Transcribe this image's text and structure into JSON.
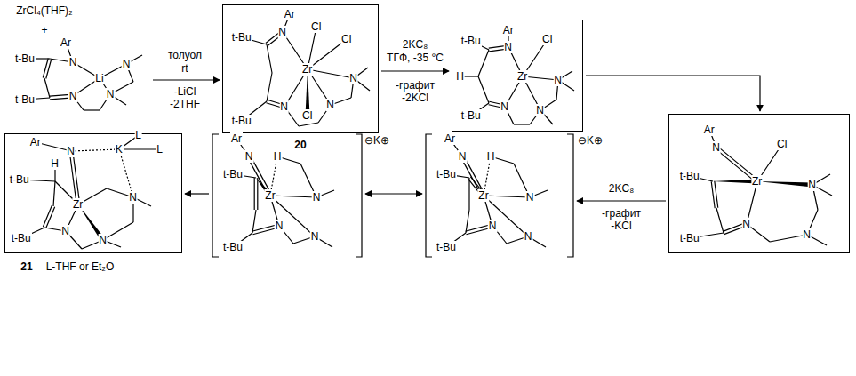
{
  "diagram": {
    "nodes": [
      {
        "text": [
          "Ar",
          "t-Bu",
          "N",
          "Cl",
          "Cl",
          "Zr",
          "N",
          "N",
          "Cl",
          "N",
          "t-Bu"
        ]
      },
      {
        "text": [
          "Ar",
          "t-Bu",
          "N",
          "Cl",
          "H",
          "Zr",
          "N",
          "t-Bu",
          "N",
          "N"
        ]
      },
      {
        "text": [
          "Ar",
          "N",
          "Cl",
          "t-Bu",
          "Zr",
          "N",
          "t-Bu",
          "N",
          "N"
        ]
      },
      {
        "text": [
          "Ar",
          "N",
          "K",
          "L",
          "L",
          "H",
          "t-Bu",
          "Zr",
          "N",
          "t-Bu",
          "N",
          "N"
        ]
      },
      {
        "text": [
          "Ar",
          "N",
          "H",
          "⊖K⊕",
          "t-Bu",
          "Zr",
          "N",
          "N",
          "N",
          "t-Bu"
        ]
      },
      {
        "text": [
          "Ar",
          "N",
          "H",
          "⊖K⊕",
          "t-Bu",
          "Zr",
          "N",
          "N",
          "N",
          "t-Bu"
        ]
      }
    ],
    "edges": [
      {
        "from": 0,
        "to": 1,
        "arrow": "to",
        "label": "2KC₈"
      },
      {
        "from": 1,
        "to": 2,
        "arrow": "to"
      },
      {
        "from": 2,
        "to": 5,
        "arrow": "to",
        "label": "2KC₈"
      },
      {
        "from": 4,
        "to": 5,
        "arrow": "both"
      },
      {
        "from": 4,
        "to": 3,
        "arrow": "to"
      }
    ],
    "labels": [
      "ZrCl₄(THF)₂",
      "+",
      "t-Bu",
      "Ar",
      "N",
      "Li",
      "N",
      "t-Bu",
      "N",
      "N",
      "толуол",
      "rt",
      "-LiCl",
      "-2THF",
      "20",
      "ТГФ, -35 °C",
      "-графит",
      "-2KCl",
      "-графит",
      "-KCl",
      "21",
      "L-THF or Et₂O"
    ]
  }
}
